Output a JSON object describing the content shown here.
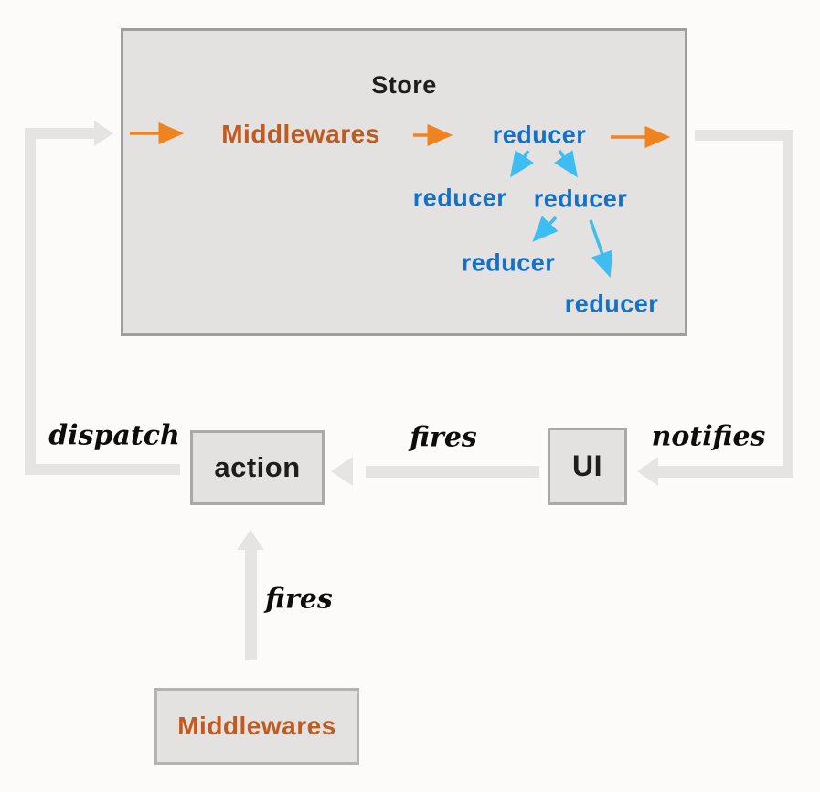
{
  "colors": {
    "orange-text": "#c05a1f",
    "orange-arrow": "#ef831f",
    "blue-text": "#1470c8",
    "cyan-arrow": "#3dbdf1",
    "gray-flow": "#e5e4e2",
    "box-fill": "#e3e2e1",
    "box-border": "#a9a9a9",
    "ink": "#1d1d1d"
  },
  "store": {
    "title": "Store",
    "middlewares_label": "Middlewares",
    "reducers": [
      "reducer",
      "reducer",
      "reducer",
      "reducer",
      "reducer"
    ]
  },
  "nodes": {
    "action_label": "action",
    "ui_label": "UI",
    "middlewares_label": "Middlewares"
  },
  "edges": {
    "dispatch_label": "dispatch",
    "ui_fires_label": "fires",
    "notifies_label": "notifies",
    "middleware_fires_label": "fires"
  }
}
